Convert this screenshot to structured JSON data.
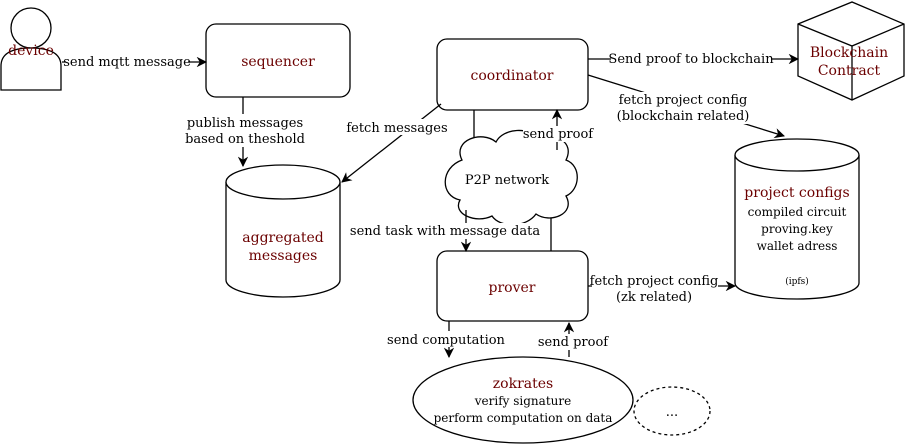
{
  "colors": {
    "title_text": "#6b0000",
    "stroke": "#000000",
    "background": "#ffffff"
  },
  "nodes": {
    "device": {
      "label": "device",
      "icon": "person-icon"
    },
    "sequencer": {
      "label": "sequencer"
    },
    "coordinator": {
      "label": "coordinator"
    },
    "blockchain": {
      "line1": "Blockchain",
      "line2": "Contract",
      "icon": "cube-icon"
    },
    "aggregated": {
      "line1": "aggregated",
      "line2": "messages"
    },
    "p2p": {
      "label": "P2P network",
      "icon": "cloud-icon"
    },
    "project_configs": {
      "title": "project configs",
      "line1": "compiled circuit",
      "line2": "proving.key",
      "line3": "wallet adress",
      "note": "(ipfs)"
    },
    "prover": {
      "label": "prover"
    },
    "zokrates": {
      "title": "zokrates",
      "line1": "verify signature",
      "line2": "perform computation on data"
    },
    "more": {
      "label": "..."
    }
  },
  "edges": {
    "send_mqtt": "send mqtt message",
    "publish_1": "publish messages",
    "publish_2": "based on theshold",
    "fetch_messages": "fetch messages",
    "send_proof_chain": "Send proof to blockchain",
    "fetch_cfg_chain_1": "fetch project config",
    "fetch_cfg_chain_2": "(blockchain related)",
    "send_proof_coord": "send proof",
    "send_task": "send task with message data",
    "fetch_cfg_zk_1": "fetch project config",
    "fetch_cfg_zk_2": "(zk related)",
    "send_computation": "send computation",
    "send_proof_prover": "send proof"
  }
}
